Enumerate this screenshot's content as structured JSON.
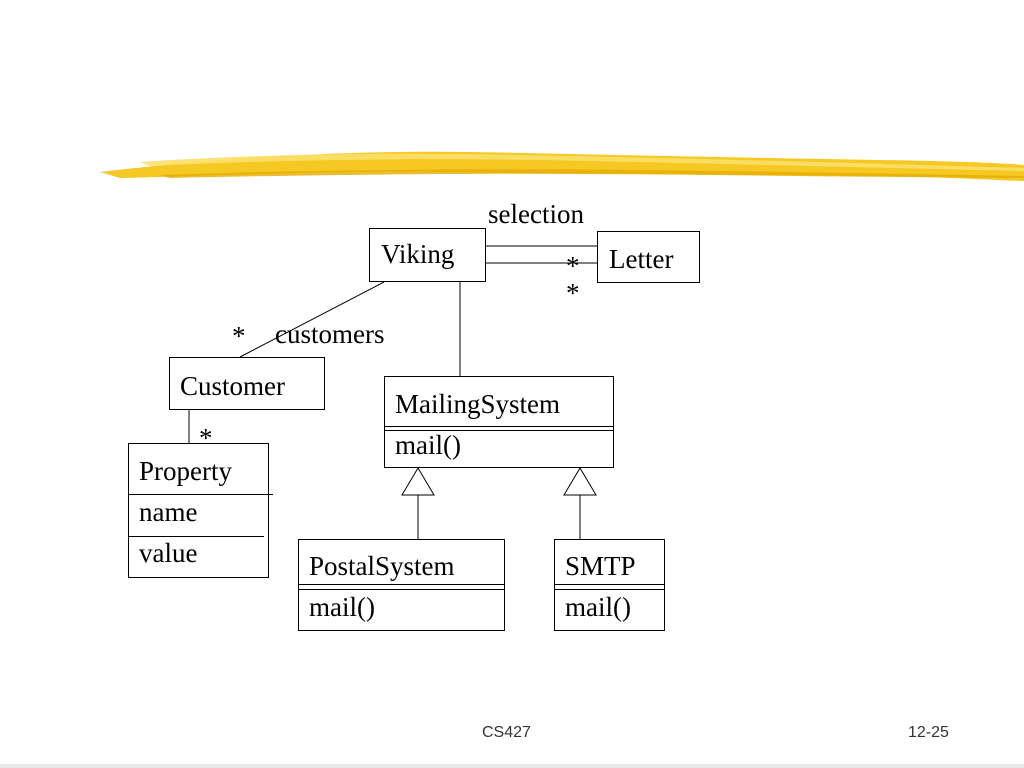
{
  "diagram": {
    "classes": {
      "viking": "Viking",
      "letter": "Letter",
      "customer": "Customer",
      "property": {
        "name": "Property",
        "attributes": [
          "name",
          "value"
        ]
      },
      "mailing_system": {
        "name": "MailingSystem",
        "operation": "mail()"
      },
      "postal_system": {
        "name": "PostalSystem",
        "operation": "mail()"
      },
      "smtp": {
        "name": "SMTP",
        "operation": "mail()"
      }
    },
    "labels": {
      "selection": "selection",
      "customers": "customers",
      "multiplicity": "*"
    }
  },
  "footer": {
    "course": "CS427",
    "page": "12-25"
  },
  "colors": {
    "brush": "#f5c518",
    "brush_light": "#fbe06a"
  }
}
